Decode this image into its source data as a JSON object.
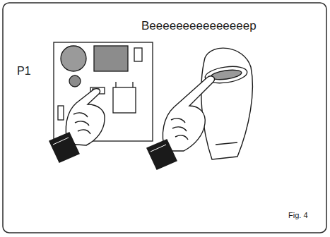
{
  "diagram": {
    "caption": "Fig. 4",
    "labels": [
      "Beeeeeeeeeeeeeeep",
      "P1"
    ]
  }
}
